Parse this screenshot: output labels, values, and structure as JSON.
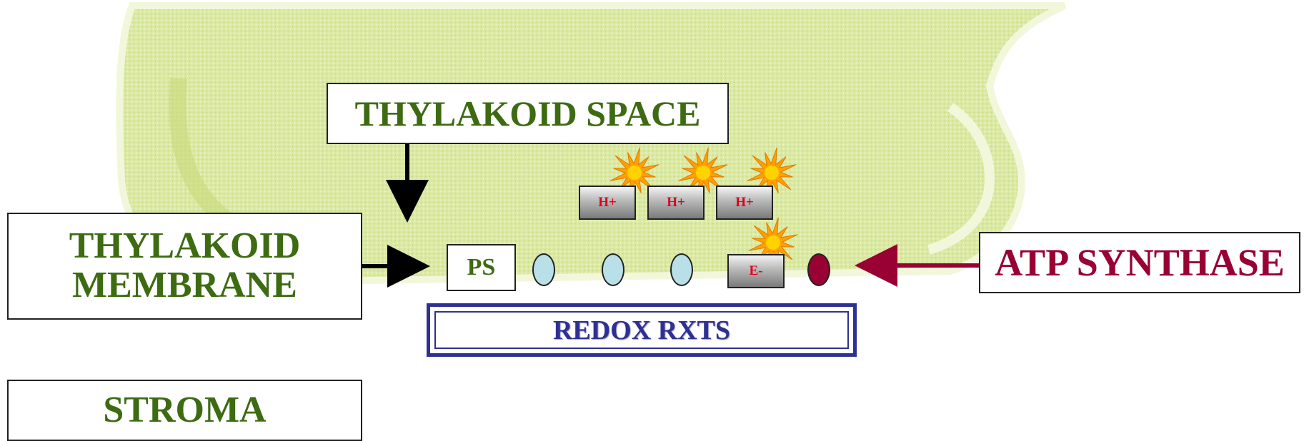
{
  "labels": {
    "thylakoid_space": "THYLAKOID SPACE",
    "thylakoid_membrane_line1": "THYLAKOID",
    "thylakoid_membrane_line2": "MEMBRANE",
    "stroma": "STROMA",
    "atp_synthase": "ATP SYNTHASE",
    "redox": "REDOX RXTS",
    "ps": "PS"
  },
  "ions": {
    "proton_1": "H+",
    "proton_2": "H+",
    "proton_3": "H+",
    "electron": "E-"
  },
  "colors": {
    "label_green": "#3d6b12",
    "atp_crimson": "#990033",
    "redox_blue": "#2e3192",
    "ion_red": "#e0001a",
    "carrier_blue": "#b9dfe8",
    "starburst": "#ffa000",
    "thylakoid_green": "#dbe9a4"
  },
  "icons": {
    "starburst": "starburst-icon",
    "arrow": "arrow-icon"
  }
}
